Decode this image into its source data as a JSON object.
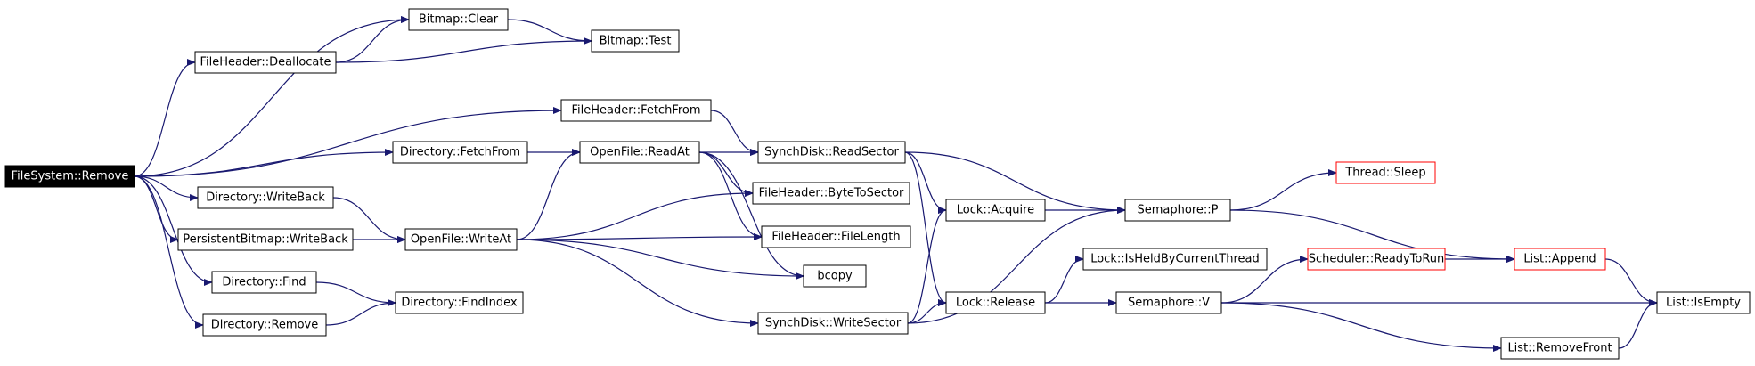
{
  "graph": {
    "edge_color": "#191970",
    "nodes": [
      {
        "id": "fs_remove",
        "label": "FileSystem::Remove",
        "highlight": true
      },
      {
        "id": "bitmap_clear",
        "label": "Bitmap::Clear"
      },
      {
        "id": "bitmap_test",
        "label": "Bitmap::Test"
      },
      {
        "id": "fh_dealloc",
        "label": "FileHeader::Deallocate"
      },
      {
        "id": "fh_fetch",
        "label": "FileHeader::FetchFrom"
      },
      {
        "id": "dir_fetch",
        "label": "Directory::FetchFrom"
      },
      {
        "id": "of_readat",
        "label": "OpenFile::ReadAt"
      },
      {
        "id": "sd_read",
        "label": "SynchDisk::ReadSector"
      },
      {
        "id": "dir_writeback",
        "label": "Directory::WriteBack"
      },
      {
        "id": "fh_byte",
        "label": "FileHeader::ByteToSector"
      },
      {
        "id": "lock_acquire",
        "label": "Lock::Acquire"
      },
      {
        "id": "sem_p",
        "label": "Semaphore::P"
      },
      {
        "id": "thread_sleep",
        "label": "Thread::Sleep",
        "external": true
      },
      {
        "id": "pb_writeback",
        "label": "PersistentBitmap::WriteBack"
      },
      {
        "id": "of_writeat",
        "label": "OpenFile::WriteAt"
      },
      {
        "id": "fh_len",
        "label": "FileHeader::FileLength"
      },
      {
        "id": "bcopy",
        "label": "bcopy"
      },
      {
        "id": "lock_held",
        "label": "Lock::IsHeldByCurrentThread"
      },
      {
        "id": "sched_ready",
        "label": "Scheduler::ReadyToRun",
        "external": true
      },
      {
        "id": "list_append",
        "label": "List::Append",
        "external": true
      },
      {
        "id": "dir_find",
        "label": "Directory::Find"
      },
      {
        "id": "dir_findindex",
        "label": "Directory::FindIndex"
      },
      {
        "id": "lock_release",
        "label": "Lock::Release"
      },
      {
        "id": "sem_v",
        "label": "Semaphore::V"
      },
      {
        "id": "list_isempty",
        "label": "List::IsEmpty"
      },
      {
        "id": "dir_remove",
        "label": "Directory::Remove"
      },
      {
        "id": "sd_write",
        "label": "SynchDisk::WriteSector"
      },
      {
        "id": "list_removefront",
        "label": "List::RemoveFront"
      }
    ],
    "edges": [
      [
        "fs_remove",
        "bitmap_clear"
      ],
      [
        "fs_remove",
        "fh_dealloc"
      ],
      [
        "fs_remove",
        "fh_fetch"
      ],
      [
        "fs_remove",
        "dir_fetch"
      ],
      [
        "fs_remove",
        "dir_writeback"
      ],
      [
        "fs_remove",
        "pb_writeback"
      ],
      [
        "fs_remove",
        "dir_find"
      ],
      [
        "fs_remove",
        "dir_remove"
      ],
      [
        "fh_dealloc",
        "bitmap_clear"
      ],
      [
        "fh_dealloc",
        "bitmap_test"
      ],
      [
        "bitmap_clear",
        "bitmap_test"
      ],
      [
        "fh_fetch",
        "sd_read"
      ],
      [
        "dir_fetch",
        "of_readat"
      ],
      [
        "of_readat",
        "sd_read"
      ],
      [
        "of_readat",
        "fh_byte"
      ],
      [
        "of_readat",
        "fh_len"
      ],
      [
        "of_readat",
        "bcopy"
      ],
      [
        "dir_writeback",
        "of_writeat"
      ],
      [
        "pb_writeback",
        "of_writeat"
      ],
      [
        "of_writeat",
        "of_readat"
      ],
      [
        "of_writeat",
        "fh_byte"
      ],
      [
        "of_writeat",
        "fh_len"
      ],
      [
        "of_writeat",
        "bcopy"
      ],
      [
        "of_writeat",
        "sd_write"
      ],
      [
        "sd_read",
        "lock_acquire"
      ],
      [
        "sd_read",
        "sem_p"
      ],
      [
        "sd_read",
        "lock_release"
      ],
      [
        "sd_write",
        "lock_acquire"
      ],
      [
        "sd_write",
        "sem_p"
      ],
      [
        "sd_write",
        "lock_release"
      ],
      [
        "lock_acquire",
        "sem_p"
      ],
      [
        "lock_release",
        "lock_held"
      ],
      [
        "lock_release",
        "sem_v"
      ],
      [
        "sem_p",
        "thread_sleep"
      ],
      [
        "sem_p",
        "list_append"
      ],
      [
        "sem_v",
        "sched_ready"
      ],
      [
        "sem_v",
        "list_isempty"
      ],
      [
        "sem_v",
        "list_removefront"
      ],
      [
        "sched_ready",
        "list_append"
      ],
      [
        "list_append",
        "list_isempty"
      ],
      [
        "list_removefront",
        "list_isempty"
      ],
      [
        "dir_find",
        "dir_findindex"
      ],
      [
        "dir_remove",
        "dir_findindex"
      ]
    ]
  }
}
